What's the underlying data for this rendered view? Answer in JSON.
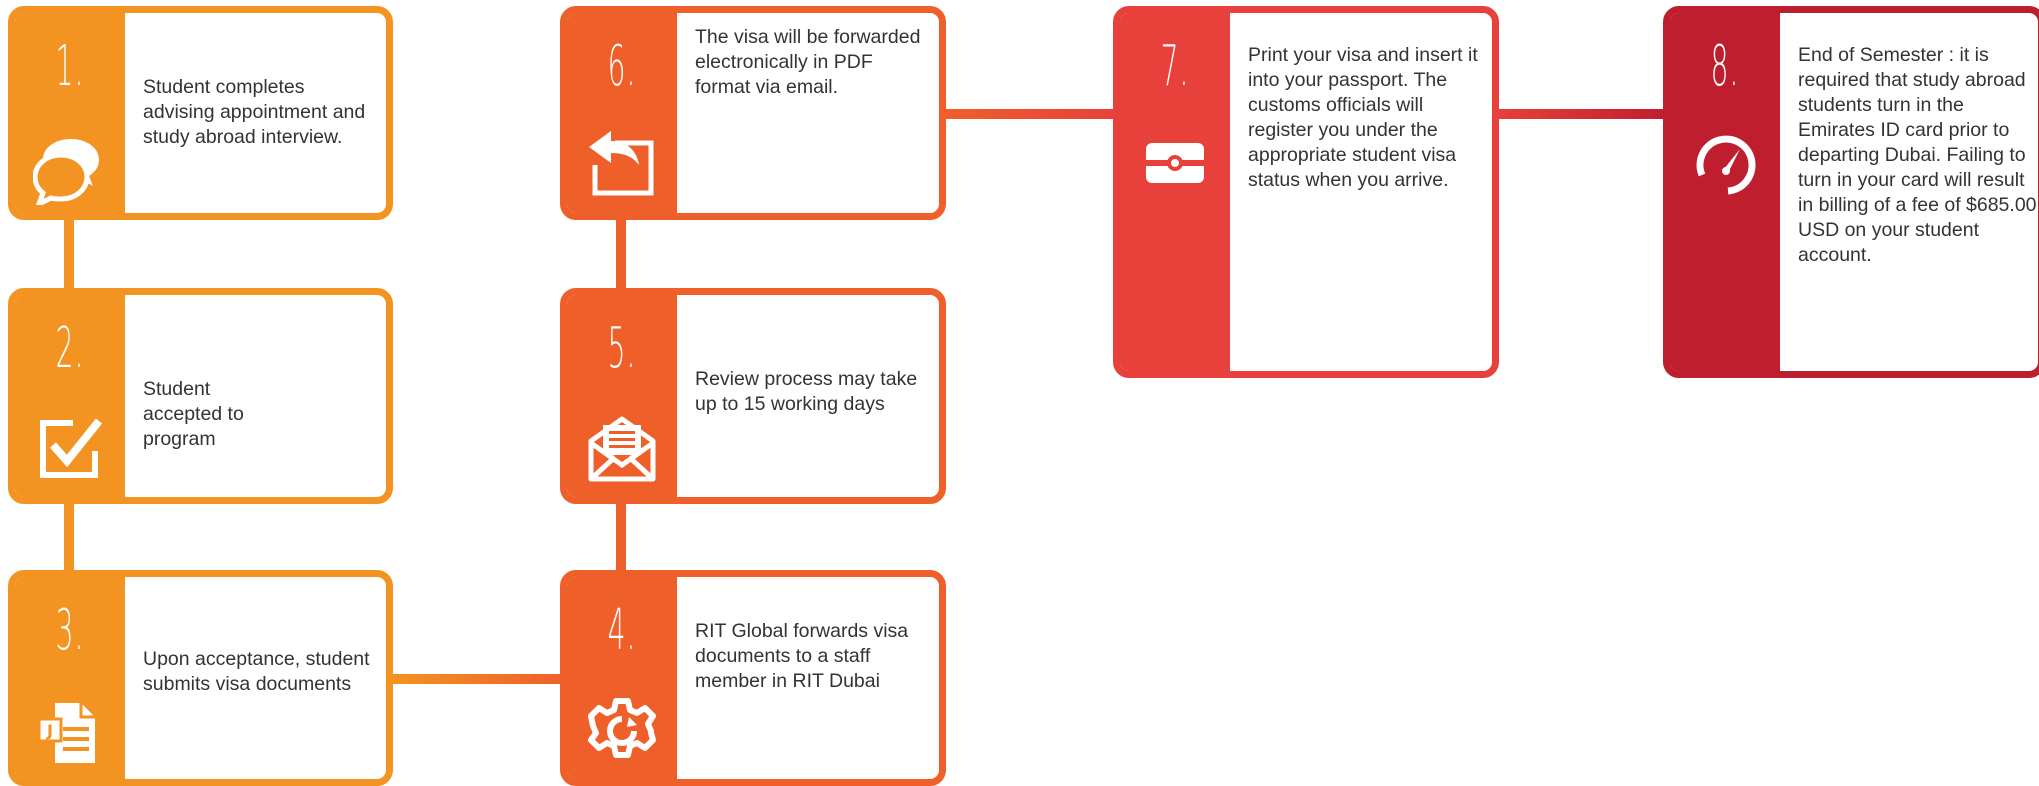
{
  "colors": {
    "step1": "#F39322",
    "step2": "#F39322",
    "step3": "#F39322",
    "step4": "#EF5F2A",
    "step5": "#EF5F2A",
    "step6": "#EF5F2A",
    "step7": "#E8403A",
    "step8": "#BF1E2E"
  },
  "steps": [
    {
      "number": "1.",
      "icon": "chat-bubbles-icon",
      "text": "Student completes advising appointment and study abroad interview."
    },
    {
      "number": "2.",
      "icon": "checkbox-icon",
      "text": "Student accepted to program"
    },
    {
      "number": "3.",
      "icon": "document-icon",
      "text": "Upon acceptance, student submits visa documents"
    },
    {
      "number": "4.",
      "icon": "gear-icon",
      "text": "RIT Global forwards visa documents to a staff member in RIT Dubai"
    },
    {
      "number": "5.",
      "icon": "mail-icon",
      "text": "Review process may take up to 15 working days"
    },
    {
      "number": "6.",
      "icon": "forward-arrow-icon",
      "text": "The visa will be forwarded electronically in PDF format via email."
    },
    {
      "number": "7.",
      "icon": "passport-icon",
      "text": "Print your visa and insert it into your passport. The customs officials will register you under the appropriate student visa status when you arrive."
    },
    {
      "number": "8.",
      "icon": "timer-icon",
      "text": "End of Semester : it is required that study abroad students turn in the Emirates ID card prior to departing Dubai.  Failing to turn in your card will result in billing of a fee of $685.00 USD on your student account."
    }
  ]
}
